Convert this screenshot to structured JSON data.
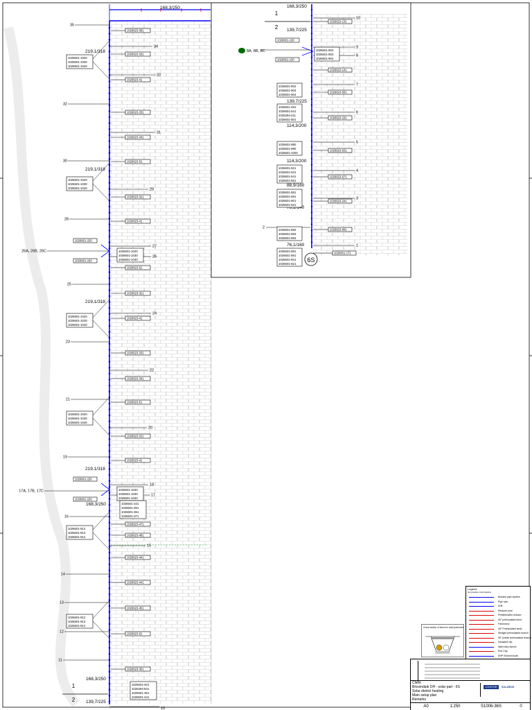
{
  "colors": {
    "pipe": "#0000ff",
    "frame": "#000000",
    "brick": "#cccccc",
    "accent_red": "#dd0000",
    "tag": "#006a00"
  },
  "drawing": {
    "main_pipe": {
      "line_tags": [
        {
          "label": "35"
        },
        {
          "label": "34"
        },
        {
          "label": "33"
        },
        {
          "label": "32"
        },
        {
          "label": "31"
        },
        {
          "label": "30"
        },
        {
          "label": "29"
        },
        {
          "label": "28"
        },
        {
          "label": "27"
        },
        {
          "label": "26"
        },
        {
          "label": "26A, 26B, 26C"
        },
        {
          "label": "25"
        },
        {
          "label": "24"
        },
        {
          "label": "23"
        },
        {
          "label": "22"
        },
        {
          "label": "21"
        },
        {
          "label": "20"
        },
        {
          "label": "19"
        },
        {
          "label": "18"
        },
        {
          "label": "17"
        },
        {
          "label": "17A, 17B, 17C"
        },
        {
          "label": "16"
        },
        {
          "label": "15"
        },
        {
          "label": "14"
        },
        {
          "label": "13"
        },
        {
          "label": "12"
        },
        {
          "label": "11"
        },
        {
          "label": "10"
        }
      ],
      "dimensions": [
        {
          "label": "168,3/250"
        },
        {
          "label": "219,1/318"
        },
        {
          "label": "219,1/318"
        },
        {
          "label": "219,1/318"
        },
        {
          "label": "219,1/318"
        },
        {
          "label": "168,3/250"
        },
        {
          "label": "168,3/250"
        },
        {
          "label": "139,7/225"
        }
      ],
      "section_numbers": [
        {
          "label": "1"
        },
        {
          "label": "2"
        }
      ],
      "right_tags": [
        {
          "label": "1026623-381"
        },
        {
          "label": "1026623-331"
        },
        {
          "label": "1026623-41"
        },
        {
          "label": "1026623-331"
        },
        {
          "label": "1026623-341"
        },
        {
          "label": "1026623-51"
        },
        {
          "label": "1026623-321"
        },
        {
          "label": "1026623-41"
        },
        {
          "label": "1026623-51"
        },
        {
          "label": "1026623-321"
        },
        {
          "label": "1026623-41"
        },
        {
          "label": "1026623-331"
        },
        {
          "label": "1026623-341"
        },
        {
          "label": "1026623-51"
        },
        {
          "label": "1026623-321"
        },
        {
          "label": "1026623-41"
        },
        {
          "label": "1026623-471"
        },
        {
          "label": "1026623-481"
        },
        {
          "label": "1026623-441"
        },
        {
          "label": "1026623-441"
        },
        {
          "label": "1026623-451"
        },
        {
          "label": "1026623-61"
        },
        {
          "label": "1026623-301"
        }
      ],
      "left_groups": [
        {
          "lines": [
            "1026601-1020",
            "1026601-1030",
            "1026601-1040"
          ]
        },
        {
          "lines": [
            "1026601-1020",
            "1026601-1030",
            "1026601-1040"
          ]
        },
        {
          "lines": [
            "1026601-1020",
            "1026601-1030",
            "1026601-1040"
          ]
        },
        {
          "lines": [
            "1026601-1020",
            "1026601-1030",
            "1026601-1040"
          ]
        },
        {
          "lines": [
            "1026601-912",
            "1026601-913",
            "1026601-914"
          ]
        },
        {
          "lines": [
            "1026601-912",
            "1026601-913",
            "1026601-914"
          ]
        }
      ],
      "junction_tags": [
        {
          "label": "1026601-150"
        },
        {
          "label": "1026601-150"
        },
        {
          "label": "1026601-150"
        },
        {
          "label": "1026601-150"
        }
      ],
      "junction_groups": [
        {
          "lines": [
            "1026601-1020",
            "1026601-1030",
            "1026601-1040"
          ]
        },
        {
          "lines": [
            "1026601-1020",
            "1026601-1030",
            "1026601-1040"
          ]
        },
        {
          "lines": [
            "1026601-341",
            "1026601-351",
            "1026601-361",
            "1026601-371"
          ]
        },
        {
          "lines": [
            "1026601-401",
            "1025394-841",
            "1026601-351",
            "1026601-441"
          ]
        }
      ]
    },
    "detail_view": {
      "label": "6S",
      "tag_label": "8A, 8B, 8C",
      "line_tags": [
        {
          "label": "10"
        },
        {
          "label": "9"
        },
        {
          "label": "8"
        },
        {
          "label": "7"
        },
        {
          "label": "6"
        },
        {
          "label": "5"
        },
        {
          "label": "4"
        },
        {
          "label": "3"
        },
        {
          "label": "2"
        },
        {
          "label": "1"
        }
      ],
      "dimensions": [
        {
          "label": "168,3/250"
        },
        {
          "label": "139,7/225"
        },
        {
          "label": "139,7/225"
        },
        {
          "label": "114,3/200"
        },
        {
          "label": "114,3/200"
        },
        {
          "label": "88,9/160"
        },
        {
          "label": "76,1/140"
        },
        {
          "label": "76,1/160"
        }
      ],
      "section_numbers": [
        {
          "label": "1"
        },
        {
          "label": "2"
        }
      ],
      "right_tags": [
        {
          "label": "1026623-131"
        },
        {
          "label": "1026623-141"
        },
        {
          "label": "1026623-591"
        },
        {
          "label": "1026623-191"
        },
        {
          "label": "1026623-631"
        },
        {
          "label": "1026623-671"
        },
        {
          "label": "1026623-241"
        },
        {
          "label": "1026623-991"
        },
        {
          "label": "1026601-171"
        }
      ],
      "junction_tags": [
        {
          "label": "1026601-130"
        },
        {
          "label": "1026601-130"
        }
      ],
      "junction_group": {
        "lines": [
          "1026601-902",
          "1026601-903",
          "1026601-904"
        ]
      },
      "left_groups": [
        {
          "lines": [
            "1026601-902",
            "1026601-903",
            "1026601-904"
          ]
        },
        {
          "lines": [
            "1026601-481",
            "1026601-541",
            "1025394-411",
            "1026601-501"
          ]
        },
        {
          "lines": [
            "1026601-980",
            "1026601-990",
            "1026601-1000"
          ]
        },
        {
          "lines": [
            "1026601-521",
            "1026601-531",
            "1026601-541",
            "1026601-551"
          ]
        },
        {
          "lines": [
            "1026601-581",
            "1026601-591",
            "1026601-601",
            "1026601-621"
          ]
        },
        {
          "lines": [
            "1026601-892",
            "1026601-893",
            "1026601-894"
          ]
        },
        {
          "lines": [
            "1026601-581",
            "1026601-591",
            "1026601-601",
            "1026601-621"
          ]
        }
      ]
    }
  },
  "legend": {
    "title": "Legend",
    "subtitle": "Hot pipeline   Cold pipeline",
    "items": [
      {
        "label": "Bonded pipe system"
      },
      {
        "label": "Pipe size"
      },
      {
        "label": "Drift"
      },
      {
        "label": "Reducer joint"
      },
      {
        "label": "Prefabricated reducer"
      },
      {
        "label": "90° preinsulated bend"
      },
      {
        "label": "Field bend"
      },
      {
        "label": "45° Preinsulated bend"
      },
      {
        "label": "Straight preinsulated branch"
      },
      {
        "label": "90° prefab preinsulated branch"
      },
      {
        "label": "Insulated clip"
      },
      {
        "label": "Wall entry sleeve"
      },
      {
        "label": "End Cap"
      },
      {
        "label": "DHP Service/node"
      }
    ]
  },
  "cross_section": {
    "title": "Cross section of trench in solid pavement"
  },
  "title_block": {
    "client_label": "Client",
    "client": "Brisvindale DH - solar part - 6S",
    "description_1": "Solar district heating",
    "description_2": "Main setup plan",
    "description_3": "Remarks",
    "format": "A0",
    "scale": "1:250",
    "drawing_no": "S1006-36S",
    "revision": "0",
    "logo_1": "LOGSTOR",
    "logo_2": "SOLARGIS"
  }
}
